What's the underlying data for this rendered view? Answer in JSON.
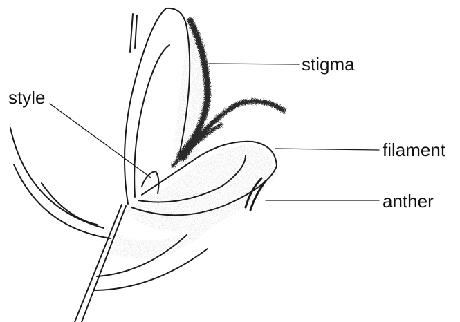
{
  "labels": {
    "stigma": "stigma",
    "style": "style",
    "filament": "filament",
    "anther": "anther"
  },
  "colors": {
    "ink": "#1a1a1a",
    "stipple": "#8a8a8a",
    "stigma_feather": "#2a2a2a"
  }
}
